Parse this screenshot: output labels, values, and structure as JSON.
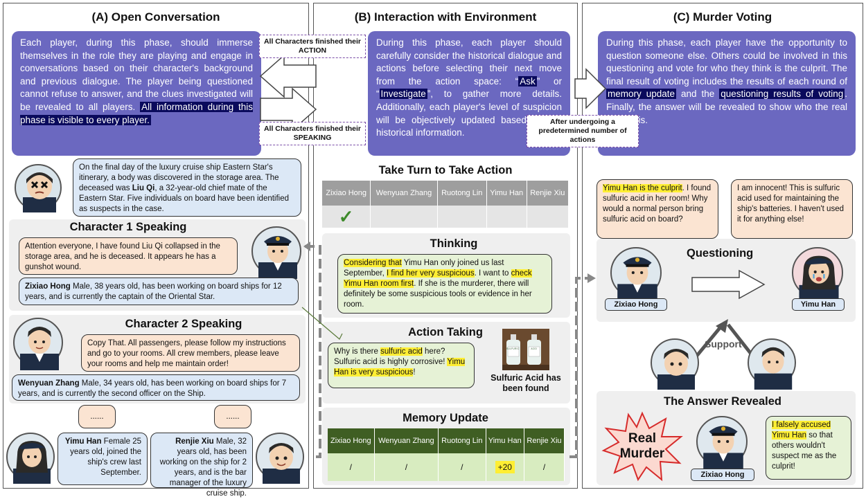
{
  "panels": {
    "a_title": "(A) Open Conversation",
    "b_title": "(B) Interaction with Environment",
    "c_title": "(C) Murder Voting"
  },
  "a": {
    "desc_pre": "Each player, during this phase, should immerse themselves in the role they are playing and engage in conversations based on their character's background and previous dialogue. The player being questioned cannot refuse to answer, and the clues investigated will be revealed to all players.",
    "desc_hl": "All information during this phase is visible to every player.",
    "story": "On the final day of the luxury cruise ship Eastern Star's itinerary, a body was discovered in the storage area. The deceased was",
    "story_name": "Liu Qi",
    "story_post": ", a 32-year-old chief mate of the Eastern Star. Five individuals on board have been identified as suspects in the case.",
    "ch1_title": "Character 1 Speaking",
    "ch1_speech": "Attention everyone, I have found Liu Qi collapsed in the storage area, and he is deceased. It appears he has a gunshot wound.",
    "ch1_name": "Zixiao Hong",
    "ch1_bio": " Male, 38 years old, has been working on board ships for 12 years, and is currently the captain of the Oriental Star.",
    "ch2_title": "Character 2 Speaking",
    "ch2_speech": "Copy That. All passengers, please follow my instructions and go to your rooms. All crew members, please leave your rooms and help me maintain order!",
    "ch2_name": "Wenyuan Zhang",
    "ch2_bio": " Male, 34    years old, has been working on board ships for 7 years, and is currently the second officer on the Ship.",
    "ellipsis1": "......",
    "ellipsis2": "......",
    "ch3_name": "Yimu Han",
    "ch3_bio": " Female 25 years old, joined the ship's crew last September.",
    "ch4_name": "Renjie Xiu",
    "ch4_bio": " Male, 32 years old, has been working on the ship for 2 years, and is the bar manager of the luxury cruise ship."
  },
  "labels": {
    "action_done": "All Characters finished their ACTION",
    "speaking_done": "All Characters finished their SPEAKING",
    "after_actions": "After undergoing a predetermined number of actions"
  },
  "b": {
    "desc_1": "During this phase, each player should carefully consider the historical dialogue and actions before selecting their next move from the action space: “",
    "ask": "Ask",
    "desc_2": "” or “",
    "investigate": "Investigate",
    "desc_3": "”, to gather more details. Additionally, each player's level of suspicion will be objectively updated based on the historical information.",
    "turn_title": "Take Turn to Take Action",
    "players": [
      "Zixiao Hong",
      "Wenyuan Zhang",
      "Ruotong Lin",
      "Yimu Han",
      "Renjie Xiu"
    ],
    "check_mark": "✓",
    "thinking_title": "Thinking",
    "think_h1": "Considering that",
    "think_t1": " Yimu Han only joined us last September, ",
    "think_h2": "I find her very suspicious",
    "think_t2": ". I want to ",
    "think_h3": "check Yimu Han room first",
    "think_t3": ". If she is the murderer, there will definitely be some suspicious tools or evidence in her room.",
    "action_title": "Action Taking",
    "act_t1": "Why is there ",
    "act_h1": "sulfuric acid",
    "act_t2": " here? Sulfuric acid is highly corrosive! ",
    "act_h2": "Yimu Han is very suspicious",
    "act_t3": "!",
    "bottle_label": "SULFURIC ACID",
    "found_caption": "Sulfuric Acid has been found",
    "memory_title": "Memory Update",
    "memory_players": [
      "Zixiao Hong",
      "Wenyuan Zhang",
      "Ruotong Lin",
      "Yimu Han",
      "Renjie Xiu"
    ],
    "memory_values": [
      "/",
      "/",
      "/",
      "+20",
      "/"
    ]
  },
  "c": {
    "desc_1": "During this phase, each player have the opportunity to question someone else. Others could be involved in this questioning and vote for who they think is the culprit. The final result of voting includes the results of each round of",
    "mem": "memory update",
    "desc_2": " and the",
    "qres": "questioning results of voting",
    "desc_3": ". Finally, the answer will be revealed to show who the real murder is.",
    "accuse_h": "Yimu Han is the culprit",
    "accuse_t": ". I found sulfuric acid in her room! Why would a normal person bring sulfuric acid on board?",
    "defense": "I am innocent! This is sulfuric acid used for maintaining the ship's batteries. I haven't used it for anything else!",
    "questioning": "Questioning",
    "left_name": "Zixiao Hong",
    "right_name": "Yimu Han",
    "support": "Support",
    "answer_title": "The Answer Revealed",
    "real": "Real",
    "murder": "Murder",
    "confess_h1": "I falsely accused Yimu Han",
    "confess_t": " so that others wouldn't suspect me as the culprit!",
    "answer_name": "Zixiao Hong"
  },
  "colors": {
    "purple": "#6b68c0",
    "table_grey": "#9e9e9e",
    "table_green": "#3f5e23",
    "cell_green": "#d8ecc0",
    "highlight": "#ffee33",
    "dark_highlight": "#0a0a5c"
  }
}
